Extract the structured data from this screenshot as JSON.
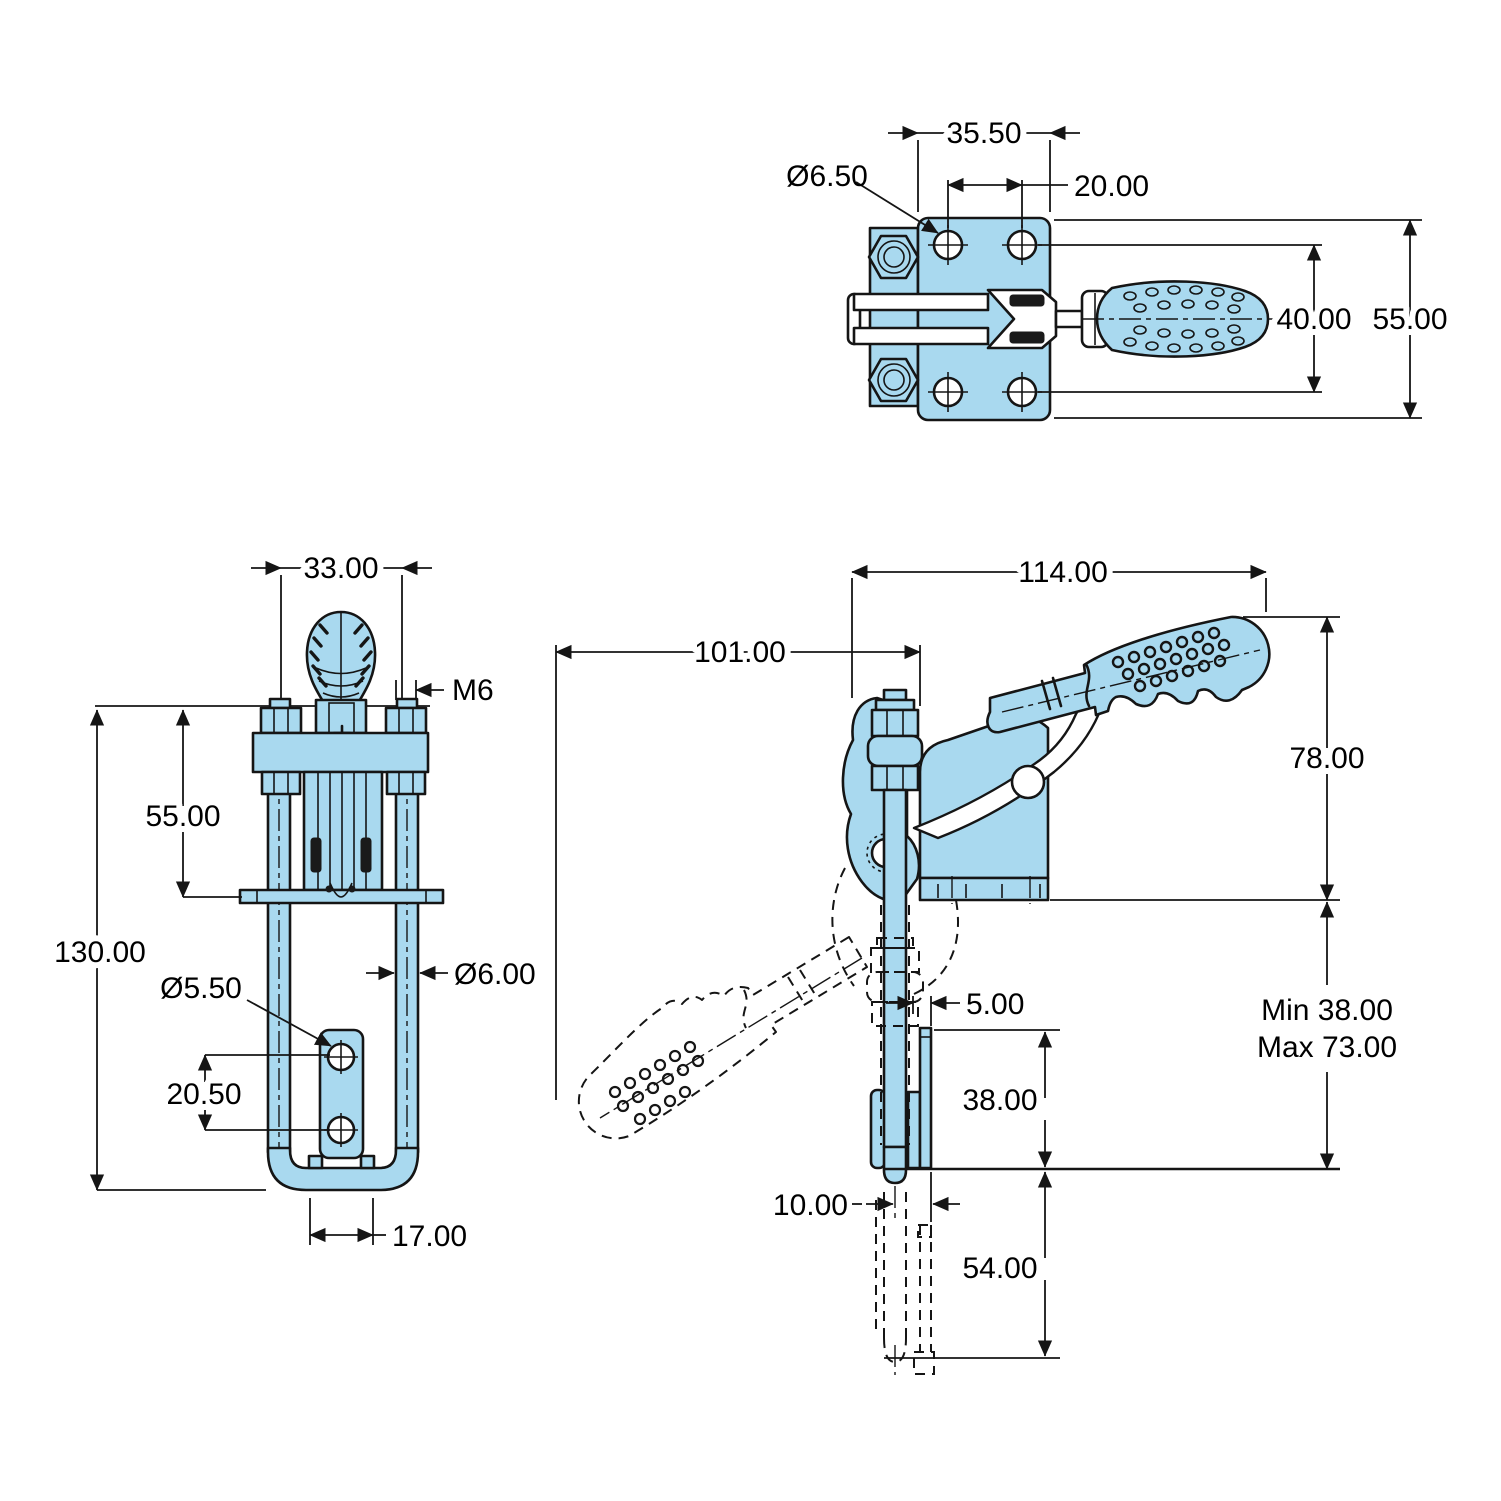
{
  "drawing": {
    "colors": {
      "part_fill": "#a9d9ef",
      "line_color": "#151515",
      "background": "#ffffff"
    },
    "views": {
      "top": {
        "dims": {
          "mount_width": "35.50",
          "hole_diameter": "Ø6.50",
          "hole_spacing_x": "20.00",
          "hole_spacing_y": "40.00",
          "plate_height": "55.00"
        }
      },
      "front": {
        "dims": {
          "stud_spacing": "33.00",
          "thread": "M6",
          "body_height": "55.00",
          "overall_height": "130.00",
          "rod_diameter": "Ø6.00",
          "hook_hole_diameter": "Ø5.50",
          "hook_hole_spacing": "20.50",
          "hook_width": "17.00"
        }
      },
      "side": {
        "dims": {
          "overall_length": "114.00",
          "open_reach": "101.00",
          "handle_height": "78.00",
          "plate_offset": "5.00",
          "clamp_range_min": "Min 38.00",
          "clamp_range_max": "Max 73.00",
          "hook_drop": "38.00",
          "rod_offset": "10.00",
          "stroke_extension": "54.00"
        }
      }
    }
  }
}
